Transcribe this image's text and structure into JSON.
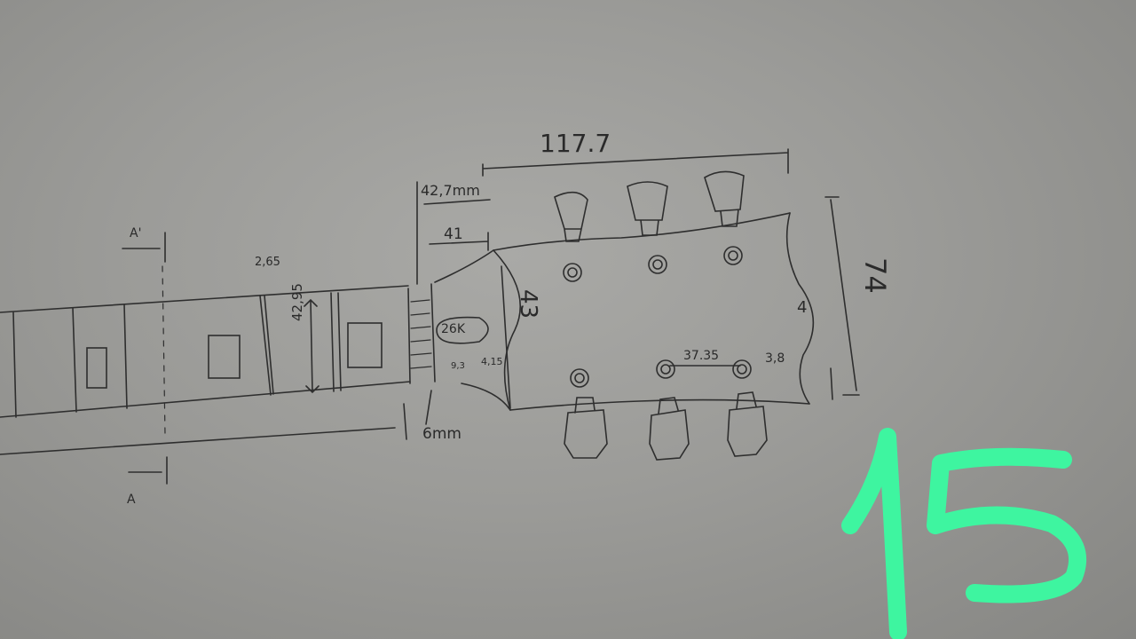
{
  "drawing": {
    "dimensions": {
      "headstock_length": "117.7",
      "nut_width": "42,7mm",
      "nut_offset": "41",
      "fret_height": "2,65",
      "neck_width": "42,95",
      "slot_width": "26K",
      "slot_depth": "4,15",
      "slot_gap": "9,3",
      "step": "6mm",
      "headstock_width_left": "43",
      "tuner_spacing": "37.35",
      "edge_offset": "3,8",
      "headstock_height": "74",
      "tip_offset": "4"
    },
    "section_marks": {
      "top": "A'",
      "bottom": "A"
    }
  },
  "overlay": {
    "number": "15",
    "color": "#3ef5a0"
  },
  "colors": {
    "paper": "#9b9b98",
    "pencil": "#2a2a2a"
  }
}
